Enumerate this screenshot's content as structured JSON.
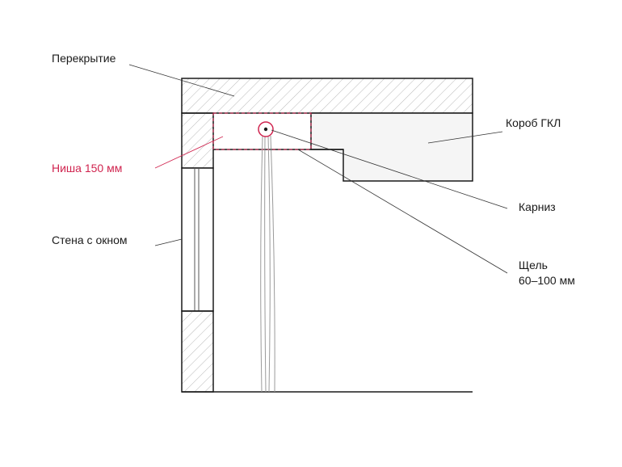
{
  "labels": {
    "slab": "Перекрытие",
    "niche": "Ниша 150 мм",
    "wall": "Стена с окном",
    "box": "Короб ГКЛ",
    "rod": "Карниз",
    "gap_line1": "Щель",
    "gap_line2": "60–100 мм"
  },
  "colors": {
    "accent": "#d0244f",
    "outline": "#1a1a1a",
    "hatch": "#b8b8b8",
    "box_fill": "#f5f5f5",
    "leader": "#333333"
  }
}
